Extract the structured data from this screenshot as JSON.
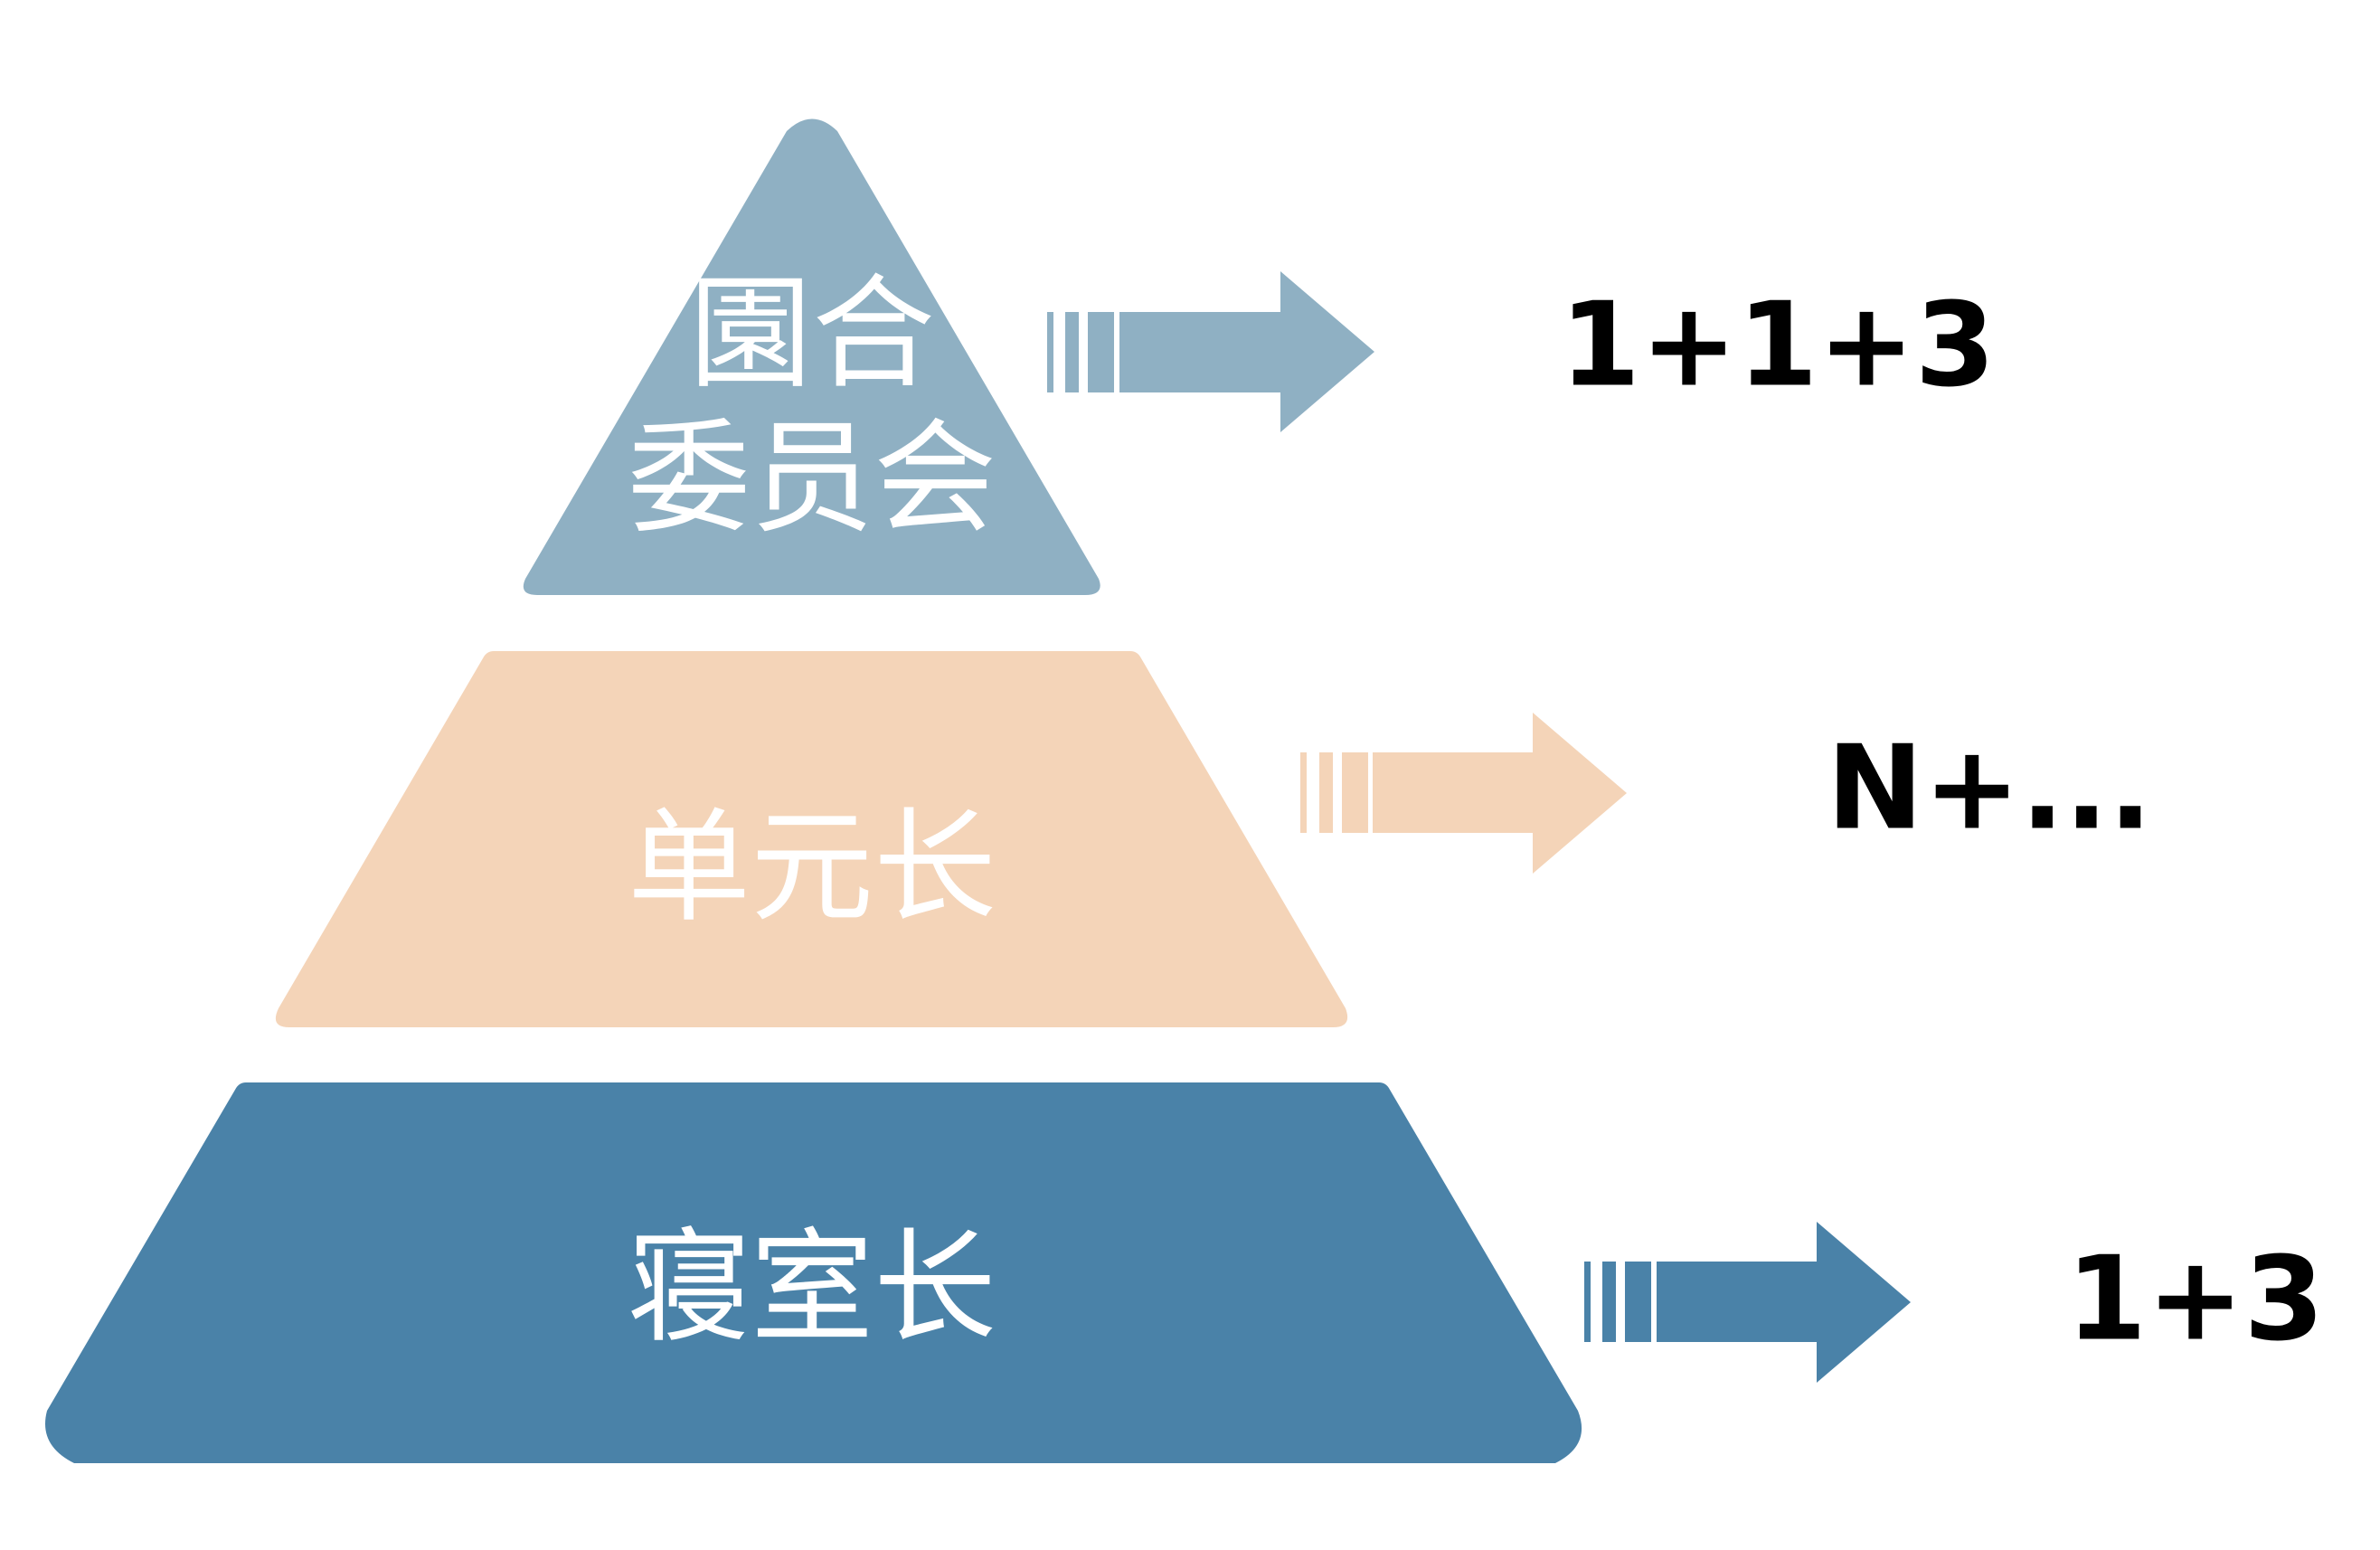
{
  "tiers": [
    {
      "label_lines": [
        "園合",
        "委员会"
      ],
      "formula": "1+1+3",
      "color": "#8FB0C3"
    },
    {
      "label_lines": [
        "单元长"
      ],
      "formula": "N+...",
      "color": "#F4D4B8"
    },
    {
      "label_lines": [
        "寝室长"
      ],
      "formula": "1+3",
      "color": "#4A82A8"
    }
  ]
}
